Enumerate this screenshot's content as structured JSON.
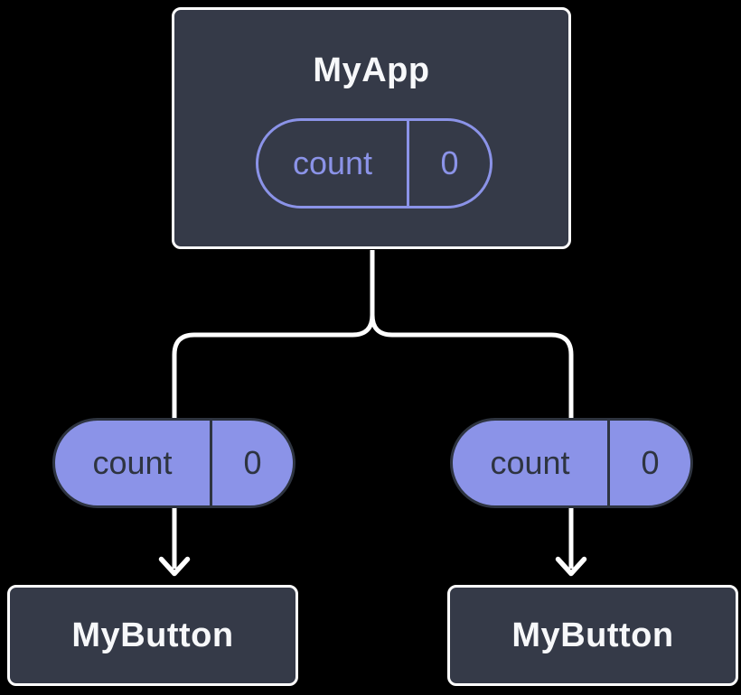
{
  "diagram": {
    "description": "React component tree diagram showing state shared by parent",
    "background_color": "#000000",
    "colors": {
      "component_fill": "#353A48",
      "component_border": "#FFFFFF",
      "accent_purple": "#8B93E8",
      "pill_dark_text": "#2E3440",
      "connector": "#FFFFFF"
    },
    "parent_component": {
      "title": "MyApp",
      "state": {
        "label": "count",
        "value": "0"
      }
    },
    "child_components": [
      {
        "title": "MyButton",
        "state": {
          "label": "count",
          "value": "0"
        }
      },
      {
        "title": "MyButton",
        "state": {
          "label": "count",
          "value": "0"
        }
      }
    ]
  }
}
